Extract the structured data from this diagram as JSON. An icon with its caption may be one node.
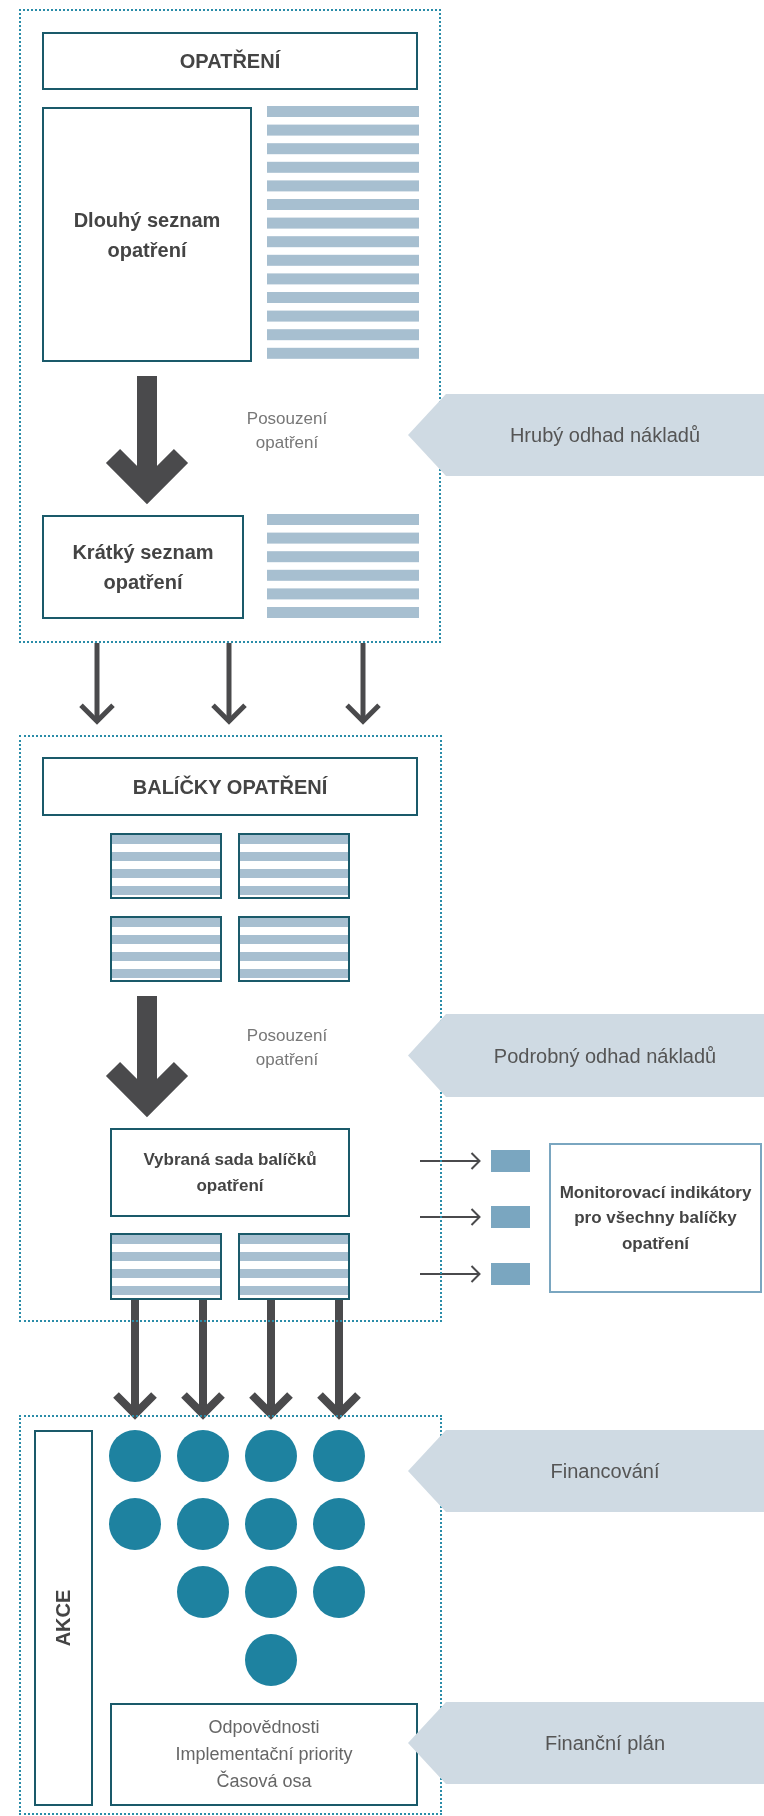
{
  "diagram": {
    "nodes": [
      {
        "text": [],
        "shape": "box"
      },
      {
        "text": [
          "OPATŘENÍ"
        ],
        "in": 0
      },
      {
        "text": [
          "Dlouhý seznam opatření"
        ],
        "in": 0
      },
      {
        "text": [
          "Krátký seznam opatření"
        ],
        "in": 0
      },
      {
        "text": [
          "Hrubý odhad nákladů"
        ]
      },
      {
        "text": [],
        "shape": "box"
      },
      {
        "text": [
          "BALÍČKY OPATŘENÍ"
        ],
        "in": 5
      },
      {
        "text": [],
        "shape": "box",
        "in": 5
      },
      {
        "text": [],
        "shape": "box",
        "in": 5
      },
      {
        "text": [],
        "shape": "box",
        "in": 5
      },
      {
        "text": [],
        "shape": "box",
        "in": 5
      },
      {
        "text": [
          "Vybraná sada balíčků opatření"
        ],
        "in": 5
      },
      {
        "text": [],
        "shape": "box",
        "in": 5
      },
      {
        "text": [],
        "shape": "box",
        "in": 5
      },
      {
        "text": [
          "Podrobný odhad nákladů"
        ]
      },
      {
        "text": [],
        "shape": "box"
      },
      {
        "text": [],
        "shape": "box"
      },
      {
        "text": [],
        "shape": "box"
      },
      {
        "text": [
          "Monitorovací indikátory pro všechny balíčky opatření"
        ]
      },
      {
        "text": [],
        "shape": "box"
      },
      {
        "text": [
          "AKCE"
        ],
        "in": 19
      },
      {
        "text": [],
        "shape": "circle",
        "in": 19
      },
      {
        "text": [],
        "shape": "circle",
        "in": 19
      },
      {
        "text": [],
        "shape": "circle",
        "in": 19
      },
      {
        "text": [],
        "shape": "circle",
        "in": 19
      },
      {
        "text": [],
        "shape": "circle",
        "in": 19
      },
      {
        "text": [],
        "shape": "circle",
        "in": 19
      },
      {
        "text": [],
        "shape": "circle",
        "in": 19
      },
      {
        "text": [],
        "shape": "circle",
        "in": 19
      },
      {
        "text": [],
        "shape": "circle",
        "in": 19
      },
      {
        "text": [],
        "shape": "circle",
        "in": 19
      },
      {
        "text": [],
        "shape": "circle",
        "in": 19
      },
      {
        "text": [],
        "shape": "circle",
        "in": 19
      },
      {
        "text": [
          "Odpovědnosti",
          "Implementační priority",
          "Časová osa"
        ],
        "in": 19
      },
      {
        "text": [
          "Financování"
        ]
      },
      {
        "text": [
          "Finanční plán"
        ]
      }
    ],
    "edges": [
      {
        "from": 2,
        "to": 3,
        "arrow": "to",
        "style": "thick"
      },
      {
        "from": 0,
        "to": 5,
        "arrow": "to"
      },
      {
        "from": 0,
        "to": 5,
        "arrow": "to"
      },
      {
        "from": 0,
        "to": 5,
        "arrow": "to"
      },
      {
        "from": 9,
        "to": 11,
        "arrow": "to",
        "style": "thick"
      },
      {
        "from": null,
        "to": 15,
        "arrow": "to"
      },
      {
        "from": null,
        "to": 16,
        "arrow": "to"
      },
      {
        "from": null,
        "to": 17,
        "arrow": "to"
      },
      {
        "from": 12,
        "to": 21,
        "arrow": "to"
      },
      {
        "from": 12,
        "to": 22,
        "arrow": "to"
      },
      {
        "from": 13,
        "to": 23,
        "arrow": "to"
      },
      {
        "from": 13,
        "to": 24,
        "arrow": "to"
      }
    ],
    "labels": [
      "Posouzení opatření",
      "Posouzení opatření"
    ]
  }
}
